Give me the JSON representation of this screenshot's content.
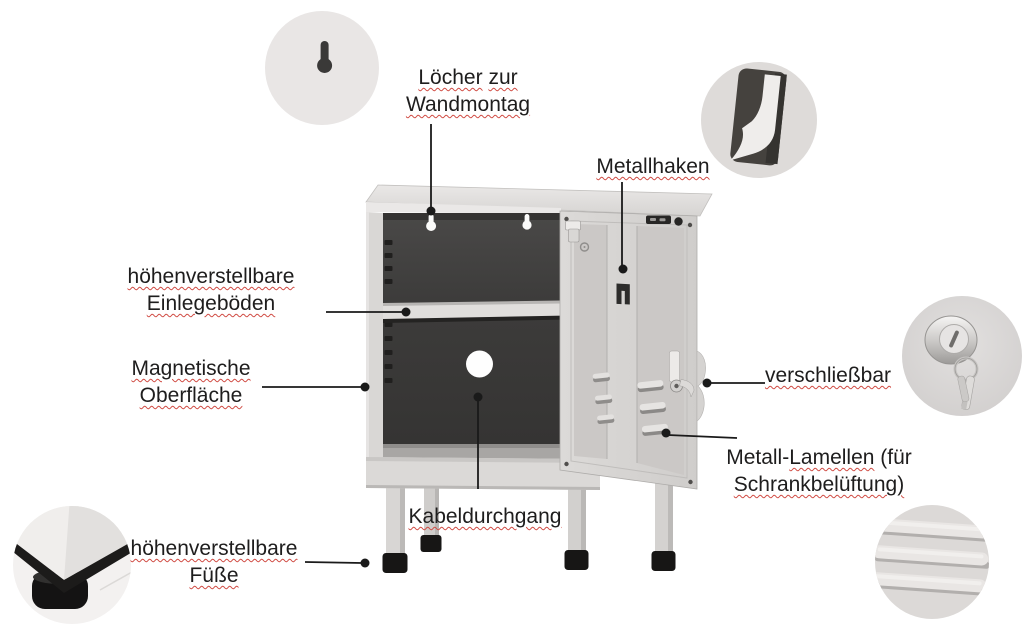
{
  "colors": {
    "bg": "#ffffff",
    "text": "#1e1d1d",
    "squiggle": "#d04a42",
    "line": "#1a1a1a",
    "cabinet-gray": "#d7d5d3",
    "interior-gray": "#3d3c3b",
    "foot-black": "#171615"
  },
  "labels": [
    {
      "id": "wall-mount",
      "lines": [
        [
          {
            "t": "Löcher",
            "u": true
          },
          {
            "t": " ",
            "u": false
          },
          {
            "t": "zur",
            "u": true
          }
        ],
        [
          {
            "t": "Wandmontag",
            "u": true
          }
        ]
      ]
    },
    {
      "id": "hook",
      "lines": [
        [
          {
            "t": "Metallhaken",
            "u": true
          }
        ]
      ]
    },
    {
      "id": "shelves",
      "lines": [
        [
          {
            "t": "höhenverstellbare",
            "u": true
          }
        ],
        [
          {
            "t": "Einlegeböden",
            "u": true
          }
        ]
      ]
    },
    {
      "id": "magnetic",
      "lines": [
        [
          {
            "t": "Magnetische",
            "u": true
          }
        ],
        [
          {
            "t": "Oberfläche",
            "u": true
          }
        ]
      ]
    },
    {
      "id": "lockable",
      "lines": [
        [
          {
            "t": "verschließbar",
            "u": true
          }
        ]
      ]
    },
    {
      "id": "louvers",
      "lines": [
        [
          {
            "t": "Metall-",
            "u": false
          },
          {
            "t": "Lamellen",
            "u": true
          },
          {
            "t": " (für",
            "u": false
          }
        ],
        [
          {
            "t": "Schrankbelüftung)",
            "u": true
          }
        ]
      ]
    },
    {
      "id": "cable",
      "lines": [
        [
          {
            "t": "Kabeldurchgang",
            "u": true
          }
        ]
      ]
    },
    {
      "id": "feet",
      "lines": [
        [
          {
            "t": "höhenverstellbare",
            "u": true
          }
        ],
        [
          {
            "t": "Füße",
            "u": true
          }
        ]
      ]
    }
  ],
  "detail_photos": [
    {
      "id": "wall-mount-hole",
      "icon": "keyhole-mount-icon"
    },
    {
      "id": "metal-hook",
      "icon": "hook-cutout-photo"
    },
    {
      "id": "lock-with-keys",
      "icon": "cylinder-lock-keys-photo"
    },
    {
      "id": "adjustable-foot",
      "icon": "adjustable-foot-photo"
    },
    {
      "id": "metal-louvers",
      "icon": "louver-slats-photo"
    }
  ]
}
